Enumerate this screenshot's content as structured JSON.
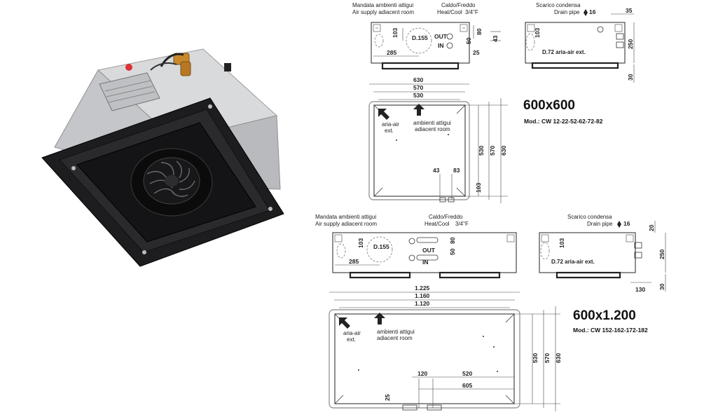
{
  "top": {
    "heading": "600x600",
    "models": "Mod.: CW 12-22-52-62-72-82",
    "front": {
      "supply_it": "Mandata ambienti attigui",
      "supply_en": "Air supply adiacent room",
      "heatcool_it": "Caldo/Freddo",
      "heatcool_en": "Heat/Cool",
      "heatcool_size": "3/4\"F",
      "duct_label": "D.155",
      "out": "OUT",
      "in": "IN",
      "d103": "103",
      "d285": "285",
      "d80": "80",
      "d50": "50",
      "d43": "43",
      "d25": "25"
    },
    "side": {
      "drain_it": "Scarico condensa",
      "drain_en": "Drain pipe",
      "drain_size": "16",
      "d35": "35",
      "d250": "250",
      "d30": "30",
      "d103": "103",
      "ext_label": "D.72 aria-air ext."
    },
    "plan": {
      "d630": "630",
      "d570": "570",
      "d530": "530",
      "v530": "530",
      "v570": "570",
      "v630": "630",
      "air_ext_1": "aria-air",
      "air_ext_2": "ext.",
      "adj_1": "ambienti attigui",
      "adj_2": "adiacent room",
      "d43": "43",
      "d83": "83",
      "d103": "103"
    }
  },
  "bottom": {
    "heading": "600x1.200",
    "models": "Mod.: CW 152-162-172-182",
    "front": {
      "supply_it": "Mandata ambienti attigui",
      "supply_en": "Air supply adiacent room",
      "heatcool_it": "Caldo/Freddo",
      "heatcool_en": "Heat/Cool",
      "heatcool_size": "3/4\"F",
      "duct_label": "D.155",
      "out": "OUT",
      "in": "IN",
      "d103": "103",
      "d285": "285",
      "d80": "80",
      "d50": "50"
    },
    "side": {
      "drain_it": "Scarico condensa",
      "drain_en": "Drain pipe",
      "drain_size": "16",
      "d20": "20",
      "d250": "250",
      "d30": "30",
      "d130": "130",
      "d103": "103",
      "ext_label": "D.72 aria-air ext."
    },
    "plan": {
      "d1225": "1.225",
      "d1160": "1.160",
      "d1120": "1.120",
      "v530": "530",
      "v570": "570",
      "v630": "630",
      "air_ext_1": "aria-air",
      "air_ext_2": "ext.",
      "adj_1": "ambienti attigui",
      "adj_2": "adiacent room",
      "d120": "120",
      "d520": "520",
      "d605": "605",
      "d25": "25"
    }
  }
}
